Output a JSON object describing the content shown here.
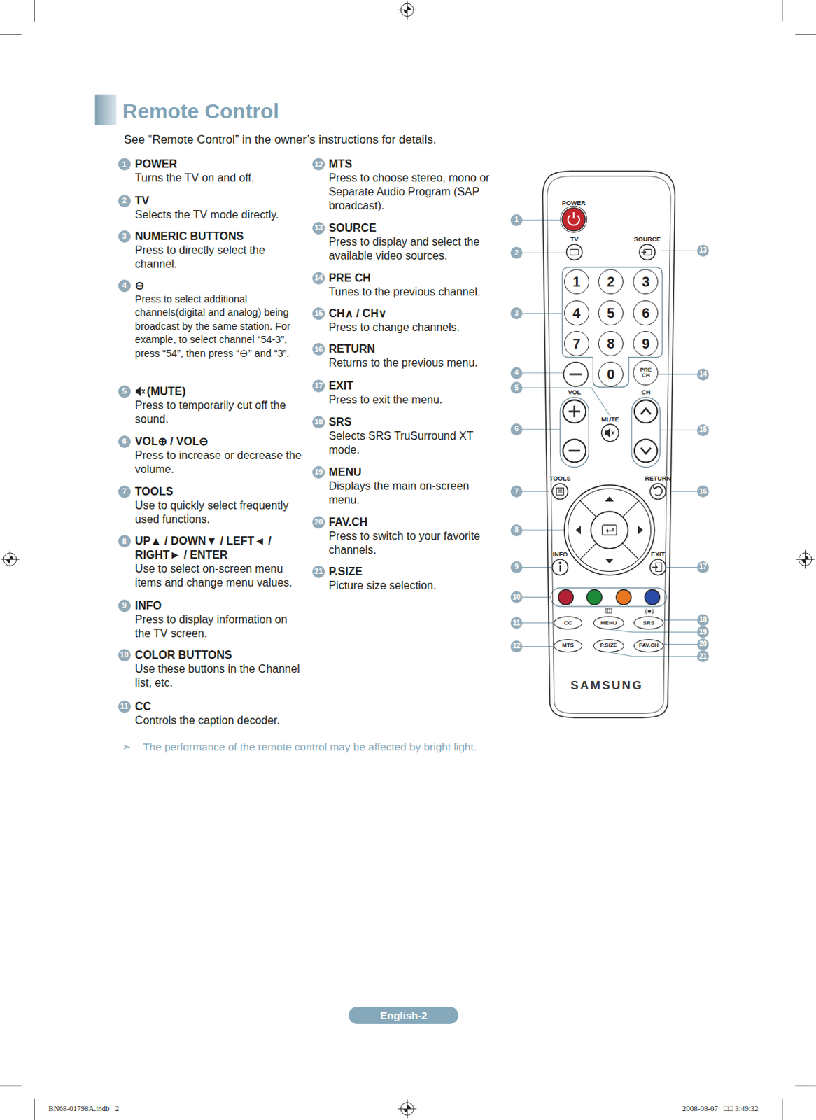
{
  "diagram": {
    "title": "Remote Control",
    "caption": "See “Remote Control” in the owner’s instructions for details.",
    "nodes": [
      {
        "text": [
          "1"
        ]
      },
      {
        "text": [
          "2"
        ]
      },
      {
        "text": [
          "3"
        ]
      },
      {
        "text": [
          "4"
        ]
      },
      {
        "text": [
          "5"
        ]
      },
      {
        "text": [
          "6"
        ]
      },
      {
        "text": [
          "7"
        ]
      },
      {
        "text": [
          "8"
        ]
      },
      {
        "text": [
          "9"
        ]
      },
      {
        "text": [
          "10"
        ]
      },
      {
        "text": [
          "11"
        ]
      },
      {
        "text": [
          "12"
        ]
      },
      {
        "text": [
          "13"
        ]
      },
      {
        "text": [
          "14"
        ]
      },
      {
        "text": [
          "15"
        ]
      },
      {
        "text": [
          "16"
        ]
      },
      {
        "text": [
          "17"
        ]
      },
      {
        "text": [
          "18"
        ]
      },
      {
        "text": [
          "19"
        ]
      },
      {
        "text": [
          "20"
        ]
      },
      {
        "text": [
          "21"
        ]
      },
      {
        "text": [
          "SAMSUNG"
        ]
      },
      {
        "text": [
          "POWER"
        ],
        "in": 21
      },
      {
        "text": [
          "TV"
        ],
        "in": 21
      },
      {
        "text": [
          "SOURCE"
        ],
        "in": 21
      },
      {
        "text": [
          "1"
        ],
        "in": 21
      },
      {
        "text": [
          "2"
        ],
        "in": 21
      },
      {
        "text": [
          "3"
        ],
        "in": 21
      },
      {
        "text": [
          "4"
        ],
        "in": 21
      },
      {
        "text": [
          "5"
        ],
        "in": 21
      },
      {
        "text": [
          "6"
        ],
        "in": 21
      },
      {
        "text": [
          "7"
        ],
        "in": 21
      },
      {
        "text": [
          "8"
        ],
        "in": 21
      },
      {
        "text": [
          "9"
        ],
        "in": 21
      },
      {
        "text": [
          "0"
        ],
        "in": 21
      },
      {
        "text": [
          "PRE CH"
        ],
        "in": 21
      },
      {
        "text": [
          "VOL"
        ],
        "in": 21
      },
      {
        "text": [
          "CH"
        ],
        "in": 21
      },
      {
        "text": [
          "MUTE"
        ],
        "in": 21
      },
      {
        "text": [
          "TOOLS"
        ],
        "in": 21
      },
      {
        "text": [
          "RETURN"
        ],
        "in": 21
      },
      {
        "text": [
          "INFO"
        ],
        "in": 21
      },
      {
        "text": [
          "EXIT"
        ],
        "in": 21
      },
      {
        "text": [
          "CC"
        ],
        "in": 21
      },
      {
        "text": [
          "MENU"
        ],
        "in": 21
      },
      {
        "text": [
          "SRS"
        ],
        "in": 21
      },
      {
        "text": [
          "MTS"
        ],
        "in": 21
      },
      {
        "text": [
          "P.SIZE"
        ],
        "in": 21
      },
      {
        "text": [
          "FAV.CH"
        ],
        "in": 21
      },
      {
        "text": [
          "1"
        ]
      },
      {
        "text": [
          "2"
        ]
      },
      {
        "text": [
          "3"
        ]
      },
      {
        "text": [
          "4"
        ]
      },
      {
        "text": [
          "5"
        ]
      },
      {
        "text": [
          "6"
        ]
      },
      {
        "text": [
          "7"
        ]
      },
      {
        "text": [
          "8"
        ]
      },
      {
        "text": [
          "9"
        ]
      },
      {
        "text": [
          "10"
        ]
      },
      {
        "text": [
          "11"
        ]
      },
      {
        "text": [
          "12"
        ]
      },
      {
        "text": [
          "13"
        ]
      },
      {
        "text": [
          "14"
        ]
      },
      {
        "text": [
          "15"
        ]
      },
      {
        "text": [
          "16"
        ]
      },
      {
        "text": [
          "17"
        ]
      },
      {
        "text": [
          "18"
        ]
      },
      {
        "text": [
          "19"
        ]
      },
      {
        "text": [
          "20"
        ]
      },
      {
        "text": [
          "21"
        ]
      },
      {
        "text": [
          "English-2"
        ]
      }
    ],
    "edges": [
      {
        "from": 49,
        "to": 22,
        "arrow": "none"
      },
      {
        "from": 50,
        "to": 23,
        "arrow": "none"
      },
      {
        "from": 61,
        "to": 24,
        "arrow": "none"
      },
      {
        "from": 62,
        "to": 35,
        "arrow": "none"
      },
      {
        "from": 53,
        "to": 38,
        "arrow": "none"
      },
      {
        "from": 54,
        "to": 36,
        "arrow": "none"
      },
      {
        "from": 63,
        "to": 37,
        "arrow": "none"
      },
      {
        "from": 55,
        "to": 39,
        "arrow": "none"
      },
      {
        "from": 64,
        "to": 40,
        "arrow": "none"
      },
      {
        "from": 57,
        "to": 41,
        "arrow": "none"
      },
      {
        "from": 65,
        "to": 42,
        "arrow": "none"
      },
      {
        "from": 59,
        "to": 43,
        "arrow": "none"
      },
      {
        "from": 60,
        "to": 46,
        "arrow": "none"
      },
      {
        "from": 66,
        "to": 45,
        "arrow": "none"
      },
      {
        "from": 67,
        "to": 44,
        "arrow": "none"
      },
      {
        "from": 68,
        "to": 48,
        "arrow": "none"
      },
      {
        "from": 69,
        "to": 47,
        "arrow": "none"
      }
    ],
    "labels": [
      "POWER",
      "Turns the TV on and off.",
      "TV",
      "Selects the TV mode directly.",
      "NUMERIC BUTTONS",
      "Press to directly select the channel.",
      "⊖",
      "Press to select additional channels(digital and analog) being broadcast by the same station. For example, to select channel “54-3”, press “54”, then press “⊖” and “3”.",
      "(MUTE)",
      "Press to temporarily cut off the sound.",
      "VOL⊕ / VOL⊖",
      "Press to increase or decrease the volume.",
      "TOOLS",
      "Use to quickly select frequently used functions.",
      "UP▲ / DOWN▼ / LEFT◄ / RIGHT► / ENTER",
      "Use to select on-screen menu items and change menu values.",
      "INFO",
      "Press to display information on the TV screen.",
      "COLOR BUTTONS",
      "Use these buttons in the Channel list, etc.",
      "CC",
      "Controls the caption decoder.",
      "MTS",
      "Press to choose stereo, mono or Separate Audio Program (SAP broadcast).",
      "SOURCE",
      "Press to display and select the available video sources.",
      "PRE CH",
      "Tunes to the previous channel.",
      "CH∧ / CH∨",
      "Press to change channels.",
      "RETURN",
      "Returns to the previous menu.",
      "EXIT",
      "Press to exit the menu.",
      "SRS",
      "Selects SRS TruSurround XT mode.",
      "MENU",
      "Displays the main on-screen menu.",
      "FAV.CH",
      "Press to switch to your favorite channels.",
      "P.SIZE",
      "Picture size selection.",
      "➣",
      "The performance of the remote control may be affected by bright light.",
      "BN68-01798A.indb   2",
      "2008-08-07   □□ 3:49:32"
    ]
  }
}
